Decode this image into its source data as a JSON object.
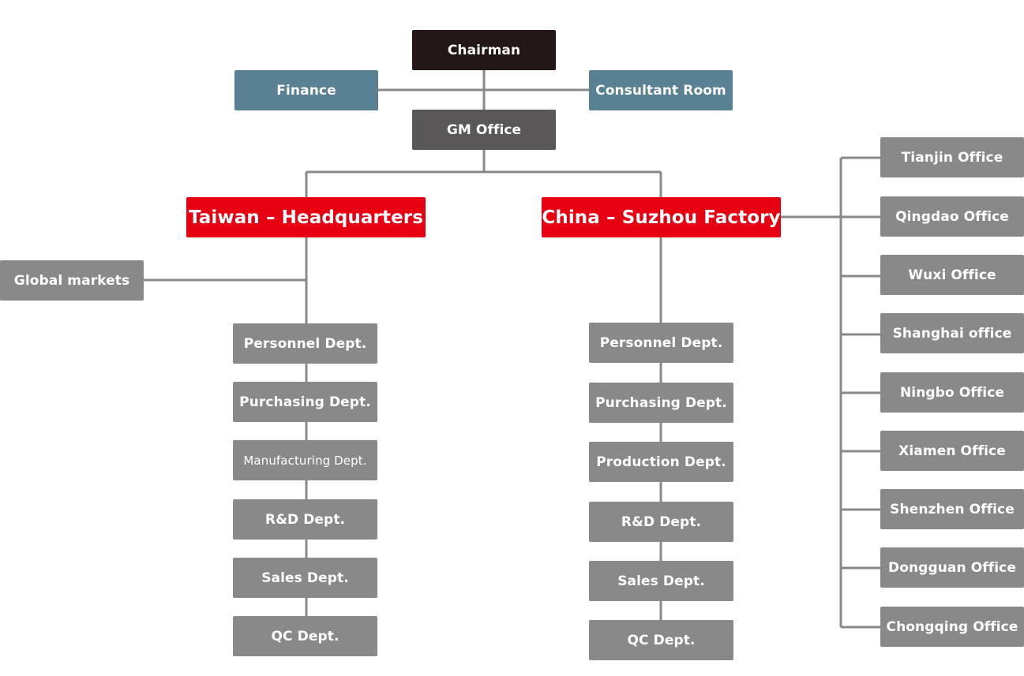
{
  "chart": {
    "chairman": "Chairman",
    "finance": "Finance",
    "consultant_room": "Consultant Room",
    "gm_office": "GM Office",
    "taiwan": {
      "label": "Taiwan – Headquarters",
      "global_markets": "Global markets",
      "departments": [
        "Personnel Dept.",
        "Purchasing Dept.",
        "Manufacturing Dept.",
        "R&D Dept.",
        "Sales Dept.",
        "QC Dept."
      ]
    },
    "china": {
      "label": "China – Suzhou Factory",
      "departments": [
        "Personnel Dept.",
        "Purchasing Dept.",
        "Production Dept.",
        "R&D Dept.",
        "Sales Dept.",
        "QC Dept."
      ],
      "offices": [
        "Tianjin Office",
        "Qingdao Office",
        "Wuxi Office",
        "Shanghai office",
        "Ningbo Office",
        "Xiamen Office",
        "Shenzhen Office",
        "Dongguan Office",
        "Chongqing Office"
      ]
    }
  },
  "colors": {
    "chairman": "#231815",
    "staff": "#5a8193",
    "gm": "#595757",
    "branch": "#e60012",
    "dept": "#898989",
    "line": "#898989"
  }
}
